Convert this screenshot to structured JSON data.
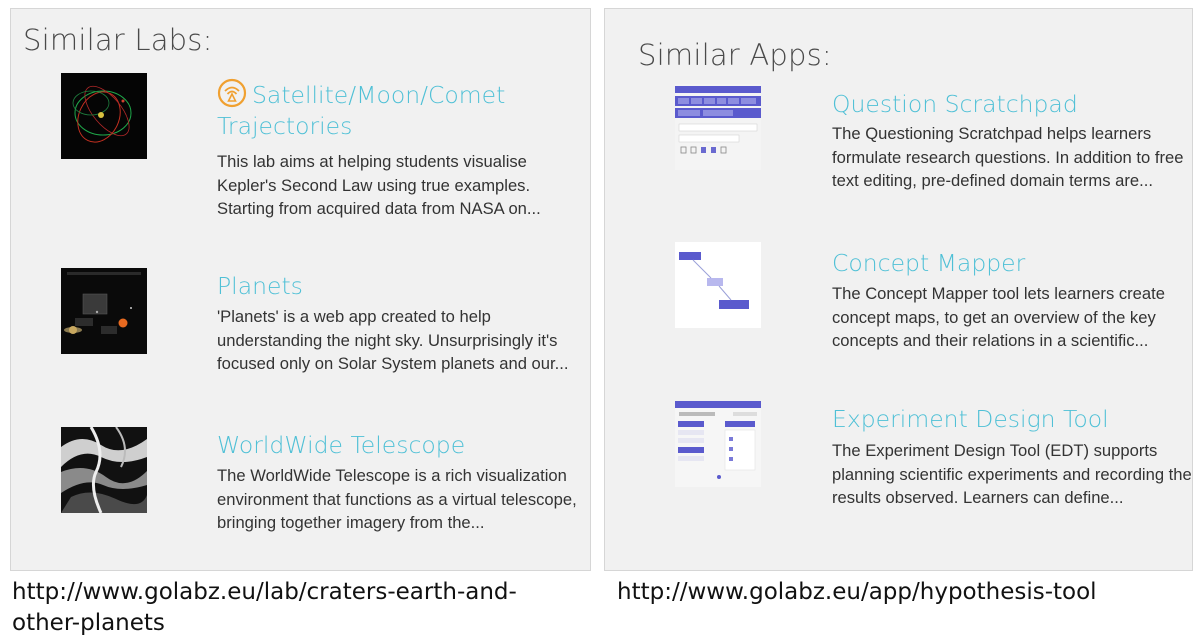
{
  "labs": {
    "title": "Similar Labs:",
    "items": [
      {
        "title": "Satellite/Moon/Comet Trajectories",
        "badge_icon": "wifi-signal-icon",
        "description": "This lab aims at helping students visualise Kepler's Second Law using true examples. Starting from acquired data from NASA on..."
      },
      {
        "title": "Planets",
        "description": "'Planets' is a web app created to help understanding the night sky. Unsurprisingly it's focused only on Solar System planets and our..."
      },
      {
        "title": "WorldWide Telescope",
        "description": "The WorldWide Telescope is a rich visualization environment that functions as a virtual telescope, bringing together imagery from the..."
      }
    ]
  },
  "apps": {
    "title": "Similar Apps:",
    "items": [
      {
        "title": "Question Scratchpad",
        "description": "The Questioning Scratchpad helps learners formulate research questions. In addition to free text editing, pre-defined domain terms are..."
      },
      {
        "title": "Concept Mapper",
        "description": "The Concept Mapper tool lets learners create concept maps, to get an overview of the key concepts and their relations in a scientific..."
      },
      {
        "title": "Experiment Design Tool",
        "description": "The Experiment Design Tool (EDT) supports planning scientific experiments and recording the results observed. Learners can define..."
      }
    ]
  },
  "captions": {
    "left": "http://www.golabz.eu/lab/craters-earth-and-other-planets",
    "right": "http://www.golabz.eu/app/hypothesis-tool"
  },
  "colors": {
    "title_link": "#4fc0d6",
    "badge": "#f0a030",
    "panel_bg": "#f1f1f1",
    "app_thumb_accent": "#5a5acd"
  }
}
